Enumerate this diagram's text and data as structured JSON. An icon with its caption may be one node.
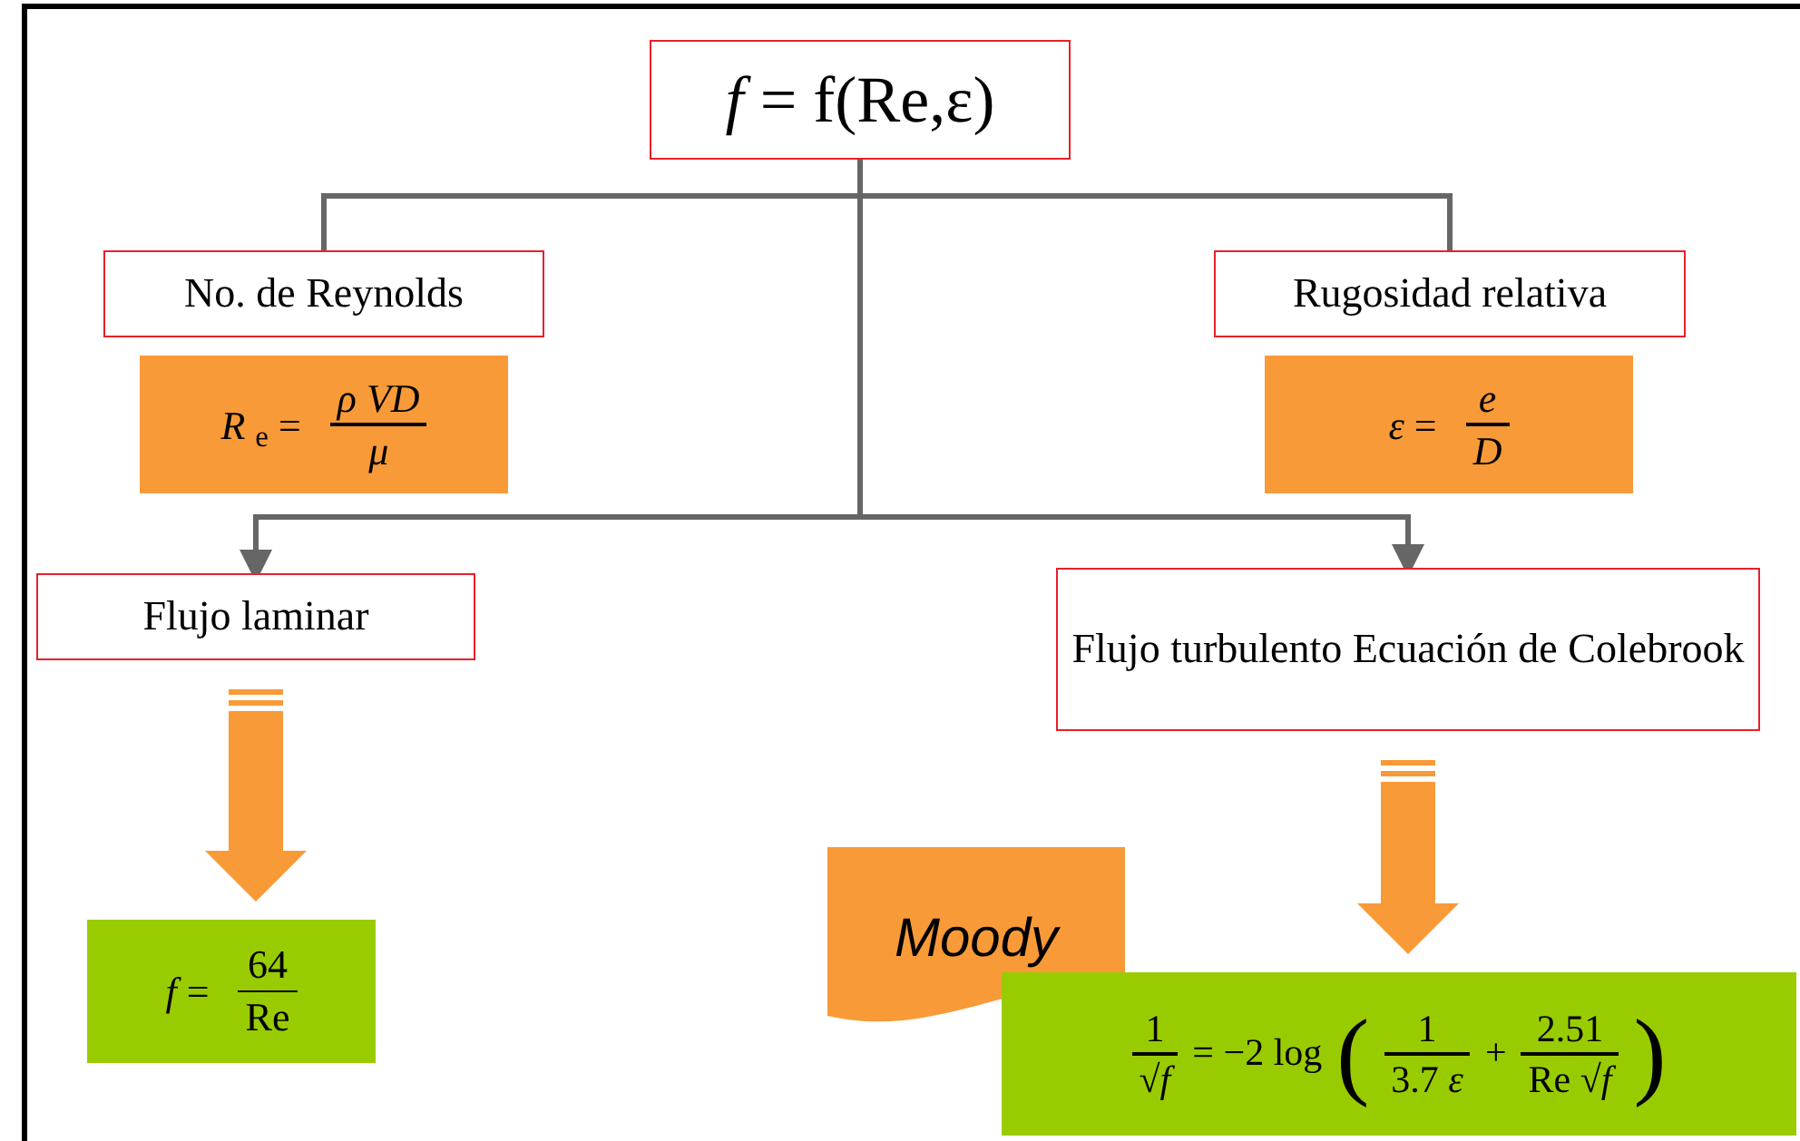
{
  "diagram": {
    "nodes": [
      {
        "text": [
          "*f* = f(Re,ε)"
        ]
      },
      {
        "text": [
          "No. de Reynolds"
        ]
      },
      {
        "text": [
          "*R* $_{e}$ =",
          "*ρ VD*",
          "*μ*"
        ]
      },
      {
        "text": [
          "Rugosidad relativa"
        ]
      },
      {
        "text": [
          "*ε* =",
          "*e*",
          "*D*"
        ]
      },
      {
        "text": [
          "Flujo laminar"
        ]
      },
      {
        "text": [
          "Flujo turbulento Ecuación de Colebrook"
        ]
      },
      {
        "text": [
          "*f* =",
          "64",
          "Re"
        ]
      },
      {
        "text": [
          "Moody"
        ]
      },
      {
        "text": [
          "1",
          "√*f*",
          "= −2 log",
          "(",
          "1",
          "3.7 *ε*",
          "+",
          "2.51",
          "Re √*f*",
          ")"
        ]
      }
    ],
    "edges": [
      {
        "from": 0,
        "to": 1,
        "arrow": "none"
      },
      {
        "from": 0,
        "to": 3,
        "arrow": "none"
      },
      {
        "from": 0,
        "to": 5,
        "arrow": "to"
      },
      {
        "from": 0,
        "to": 6,
        "arrow": "to"
      },
      {
        "from": 5,
        "to": 7,
        "arrow": "to",
        "style": "thick",
        "color": "#f99a38"
      },
      {
        "from": 6,
        "to": 9,
        "arrow": "to",
        "style": "thick",
        "color": "#f99a38"
      }
    ]
  }
}
